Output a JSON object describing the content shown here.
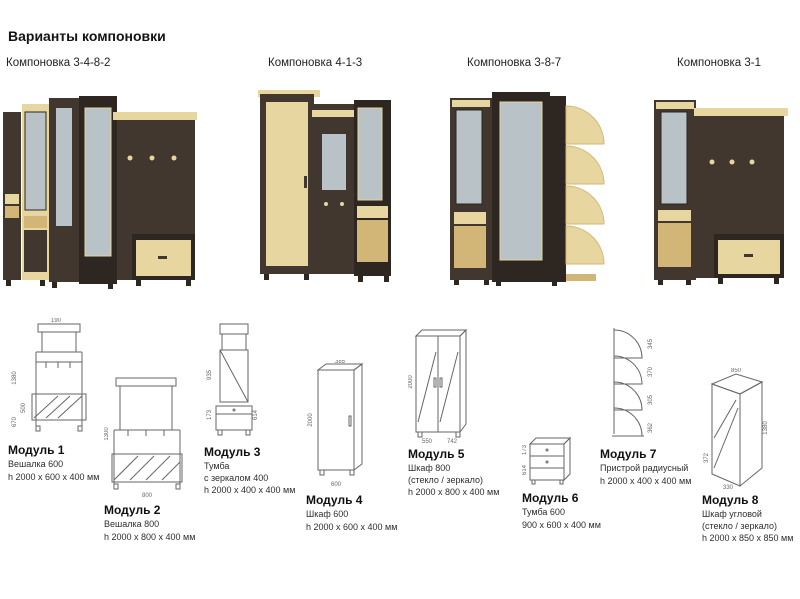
{
  "page": {
    "title": "Варианты компоновки"
  },
  "colors": {
    "dark-wood": "#41372e",
    "darker-wood": "#2d2621",
    "light-wood": "#e8d6a0",
    "light-wood-2": "#d2b678",
    "mirror": "#b9c2c6",
    "mirror-light": "#d3dadc",
    "sketch-line": "#666666"
  },
  "compositions": [
    {
      "label": "Компоновка 3-4-8-2"
    },
    {
      "label": "Компоновка 4-1-3"
    },
    {
      "label": "Компоновка 3-8-7"
    },
    {
      "label": "Компоновка 3-1"
    }
  ],
  "modules": [
    {
      "name": "Модуль 1",
      "desc": [
        "Вешалка 600"
      ],
      "dims": "h 2000 x 600 x 400 мм",
      "marks": [
        "190",
        "1380",
        "500",
        "670"
      ]
    },
    {
      "name": "Модуль 2",
      "desc": [
        "Вешалка 800"
      ],
      "dims": "h 2000 x 800 x 400 мм",
      "marks": [
        "1300",
        "800"
      ]
    },
    {
      "name": "Модуль 3",
      "desc": [
        "Тумба",
        "с зеркалом 400"
      ],
      "dims": "h 2000 x 400 x 400 мм",
      "marks": [
        "935",
        "173",
        "614"
      ]
    },
    {
      "name": "Модуль 4",
      "desc": [
        "Шкаф 600"
      ],
      "dims": "h 2000 x 600 x 400 мм",
      "marks": [
        "385",
        "2000",
        "600"
      ]
    },
    {
      "name": "Модуль 5",
      "desc": [
        "Шкаф 800",
        "(стекло / зеркало)"
      ],
      "dims": "h 2000 x 800 x 400 мм",
      "marks": [
        "2000",
        "550",
        "742"
      ]
    },
    {
      "name": "Модуль 6",
      "desc": [
        "Тумба 600"
      ],
      "dims": "900 x 600 x 400 мм",
      "marks": [
        "173",
        "614"
      ]
    },
    {
      "name": "Модуль 7",
      "desc": [
        "Пристрой радиусный"
      ],
      "dims": "h 2000 x 400 x 400 мм",
      "marks": [
        "345",
        "370",
        "305",
        "362"
      ]
    },
    {
      "name": "Модуль 8",
      "desc": [
        "Шкаф угловой",
        "(стекло / зеркало)"
      ],
      "dims": "h 2000 x 850 x 850 мм",
      "marks": [
        "850",
        "1380",
        "372",
        "330"
      ]
    }
  ]
}
